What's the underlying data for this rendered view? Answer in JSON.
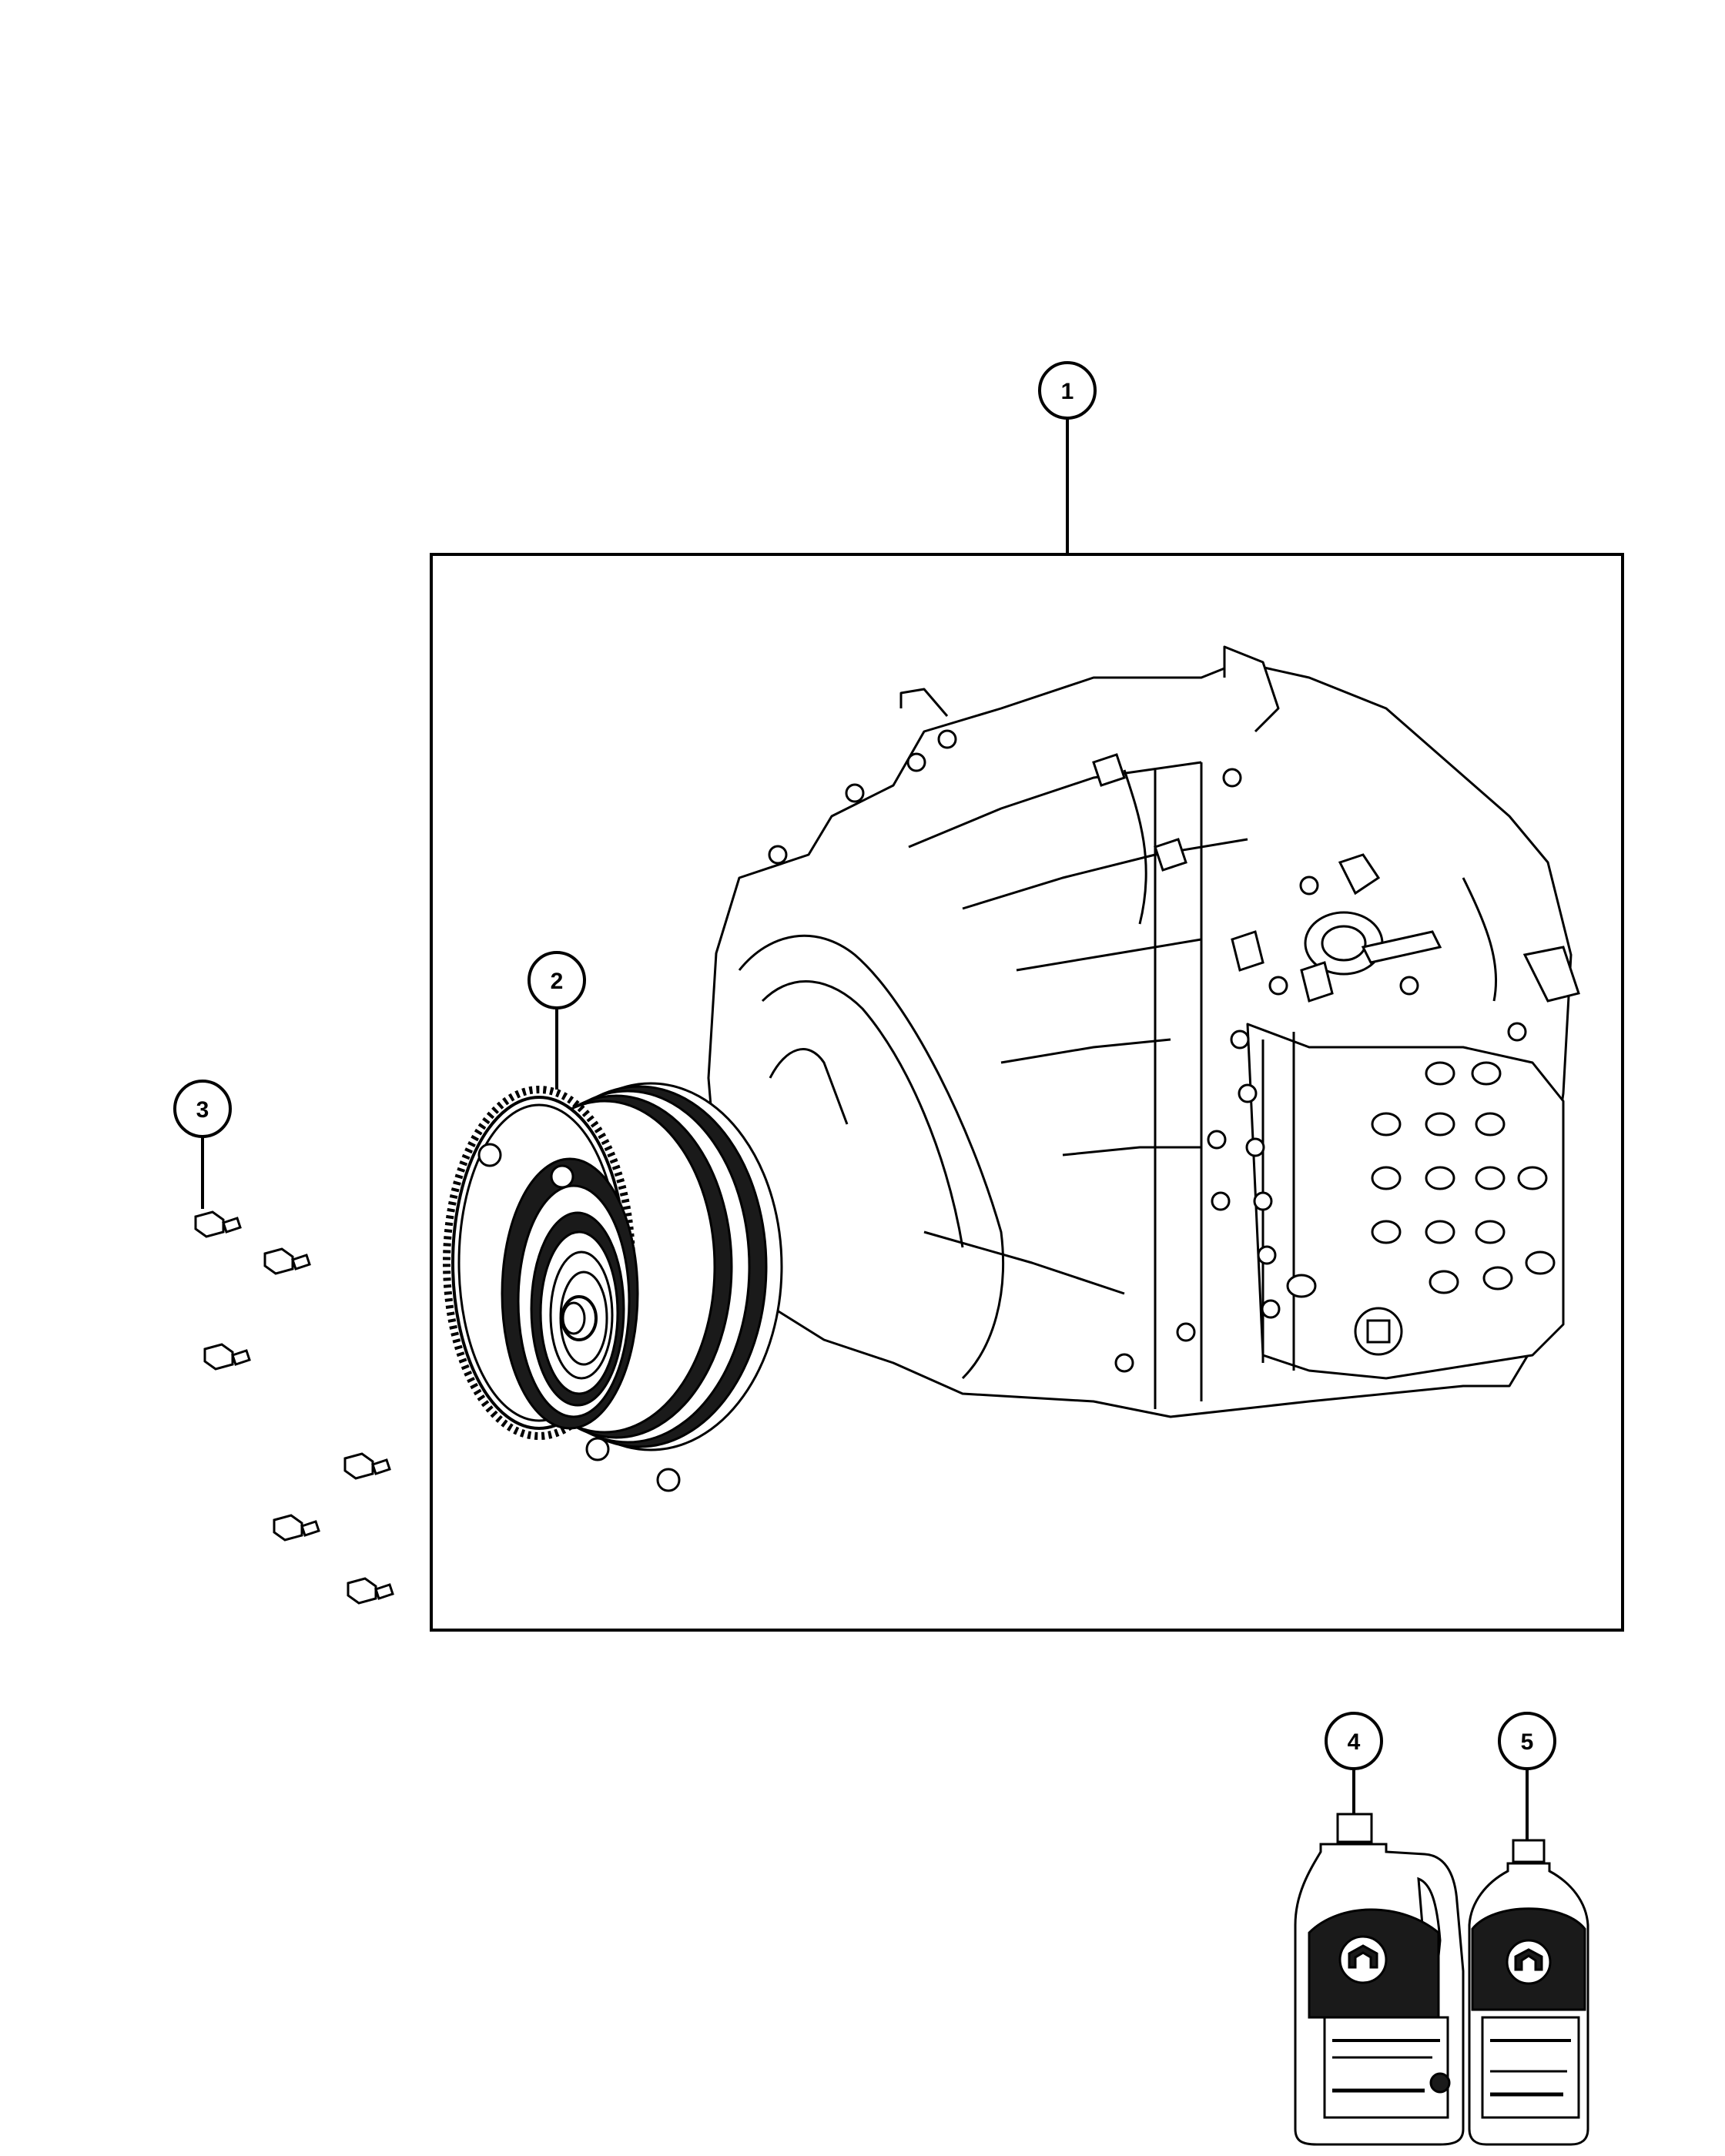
{
  "callouts": [
    {
      "id": "1",
      "label": "1"
    },
    {
      "id": "2",
      "label": "2"
    },
    {
      "id": "3",
      "label": "3"
    },
    {
      "id": "4",
      "label": "4"
    },
    {
      "id": "5",
      "label": "5"
    }
  ],
  "parts": [
    {
      "callout": "1",
      "icon": "transmission-assembly-icon"
    },
    {
      "callout": "2",
      "icon": "torque-converter-icon"
    },
    {
      "callout": "3",
      "icon": "bolt-icon"
    },
    {
      "callout": "4",
      "icon": "fluid-jug-icon"
    },
    {
      "callout": "5",
      "icon": "fluid-bottle-icon"
    }
  ],
  "colors": {
    "line": "#000000",
    "background": "#ffffff",
    "shade": "#1a1a1a"
  }
}
